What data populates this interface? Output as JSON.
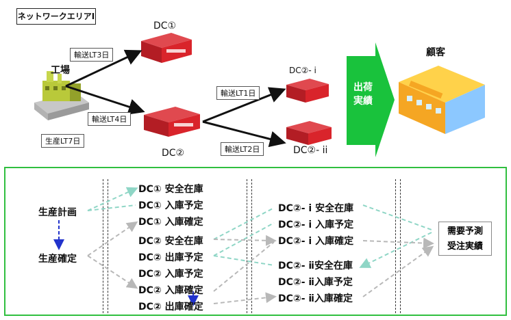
{
  "header": {
    "title": "ネットワークエリアⅠ"
  },
  "nodes": {
    "factory": "工場",
    "dc1": "DC①",
    "dc2": "DC②",
    "dc2i": "DC②- i",
    "dc2ii": "DC②- ii",
    "customer": "顧客",
    "ship": "出荷\n実績"
  },
  "lead_times": {
    "lt3": "輸送LT3日",
    "lt4": "輸送LT4日",
    "lt7": "生産LT7日",
    "lt1": "輸送LT1日",
    "lt2": "輸送LT2日"
  },
  "flow": {
    "plan": "生産計画",
    "confirm": "生産確定",
    "col1": [
      "DC① 安全在庫",
      "DC① 入庫予定",
      "DC① 入庫確定",
      "DC② 安全在庫",
      "DC② 出庫予定",
      "DC② 入庫予定",
      "DC② 入庫確定",
      "DC② 出庫確定"
    ],
    "col2": [
      "DC②- i 安全在庫",
      "DC②- i 入庫予定",
      "DC②- i 入庫確定",
      "DC②- ⅱ安全在庫",
      "DC②- ⅱ入庫予定",
      "DC②- ⅱ入庫確定"
    ],
    "right_box": [
      "需要予測",
      "受注実績"
    ]
  },
  "colors": {
    "accent_green": "#2fbf3f",
    "dashed_teal": "#8fd6c6",
    "dashed_gray": "#b8b8b8",
    "warehouse_red": "#d9242b",
    "ship_green": "#19c23c"
  }
}
